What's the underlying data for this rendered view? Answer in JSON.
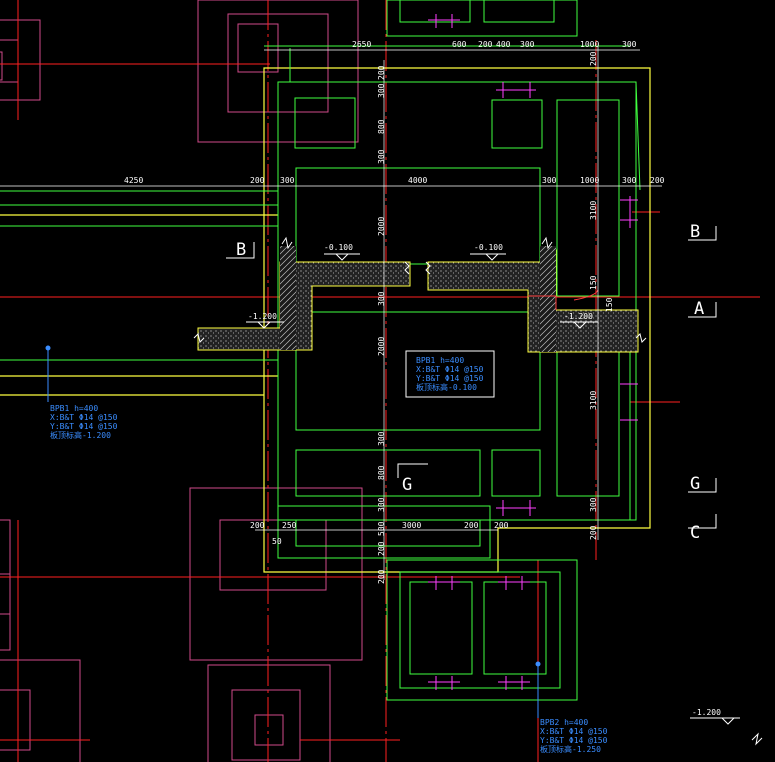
{
  "colors": {
    "background": "#000000",
    "grid_axis": "#ff2020",
    "foundation_outline": "#d04a8a",
    "slab_outline": "#ffff40",
    "beam_line": "#40ff40",
    "dim_text": "#ffffff",
    "note_text": "#3a8dff",
    "hatch": "#c8c8c8",
    "rebar_mark": "#ff40ff"
  },
  "dimensions": {
    "top": [
      "2650",
      "600",
      "200",
      "400",
      "300",
      "1000",
      "300"
    ],
    "mid": [
      "4250",
      "200",
      "300",
      "4000",
      "300",
      "1000",
      "300",
      "200"
    ],
    "bottom": [
      "200",
      "250",
      "50",
      "3000",
      "200",
      "200"
    ],
    "left_vertical": [
      "200",
      "300",
      "800",
      "300",
      "2000",
      "300",
      "2000",
      "300",
      "800",
      "300",
      "500",
      "200",
      "200"
    ],
    "right_vertical": [
      "200",
      "3100",
      "150",
      "150",
      "3100",
      "300",
      "200"
    ]
  },
  "levels": {
    "left_slab": "-0.100",
    "right_slab": "-0.100",
    "left_pit": "-1.200",
    "right_pit": "-1.200",
    "far_right": "-1.200"
  },
  "section_marks": {
    "b_left": "B",
    "b_right": "B",
    "a_right": "A",
    "g_center": "G",
    "g_right": "G",
    "c_right": "C"
  },
  "notes": {
    "bpb1_center": [
      "BPB1  h=400",
      "X:B&T Φ14 @150",
      "Y:B&T Φ14 @150",
      "板顶标高-0.100"
    ],
    "bpb1_left": [
      "BPB1  h=400",
      "X:B&T Φ14 @150",
      "Y:B&T Φ14 @150",
      "板顶标高-1.200"
    ],
    "bpb2_bottom": [
      "BPB2  h=400",
      "X:B&T Φ14 @150",
      "Y:B&T Φ14 @150",
      "板顶标高-1.250"
    ]
  }
}
